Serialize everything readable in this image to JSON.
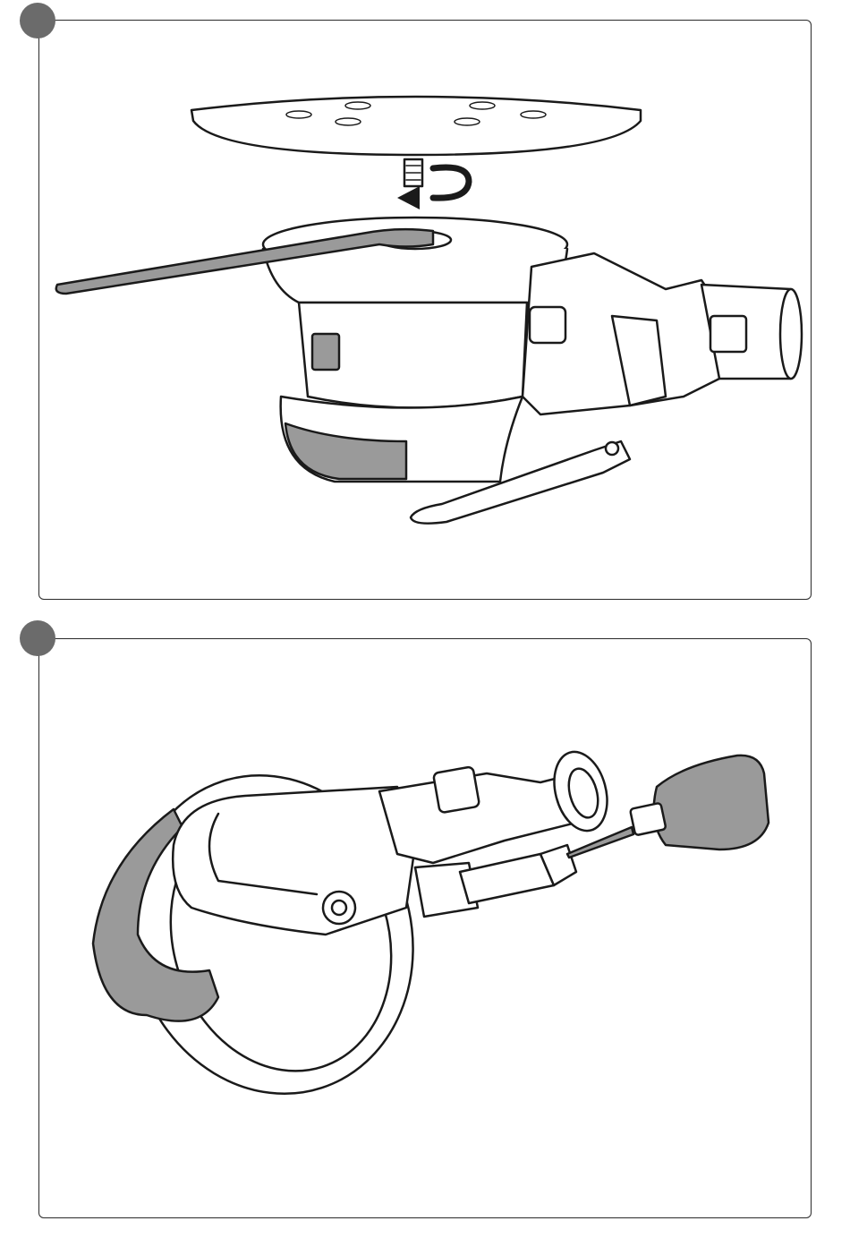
{
  "page": {
    "steps": [
      {
        "id": 1,
        "illustration": "sanding-pad-removal-with-wrench"
      },
      {
        "id": 2,
        "illustration": "oiling-air-inlet"
      }
    ]
  },
  "icons": {
    "rotation_arrow": "counterclockwise-arrow-icon",
    "oil_bottle": "oil-bottle-icon"
  },
  "colors": {
    "marker": "#6b6b6b",
    "line": "#1a1a1a",
    "fill_gray": "#9a9a9a"
  }
}
